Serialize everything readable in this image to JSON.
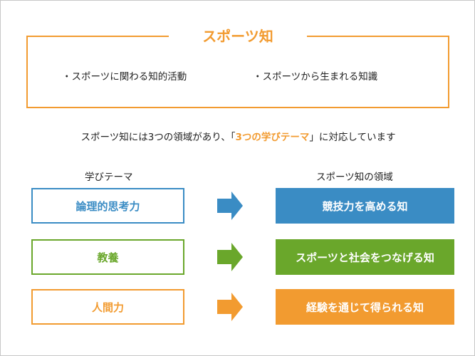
{
  "title": "スポーツ知",
  "bullets": [
    "・スポーツに関わる知的活動",
    "・スポーツから生まれる知識"
  ],
  "summary": {
    "before": "スポーツ知には3つの領域があり、「",
    "highlight": "3つの学びテーマ",
    "after": "」に対応しています"
  },
  "columns": {
    "left": "学びテーマ",
    "right": "スポーツ知の領域"
  },
  "rows": [
    {
      "theme": "論理的思考力",
      "domain": "競技力を高める知",
      "color": "#3a8cc4"
    },
    {
      "theme": "教養",
      "domain": "スポーツと社会をつなげる知",
      "color": "#6aa72b"
    },
    {
      "theme": "人間力",
      "domain": "経験を通じて得られる知",
      "color": "#f29b30"
    }
  ],
  "colors": {
    "accent": "#f29b30"
  }
}
